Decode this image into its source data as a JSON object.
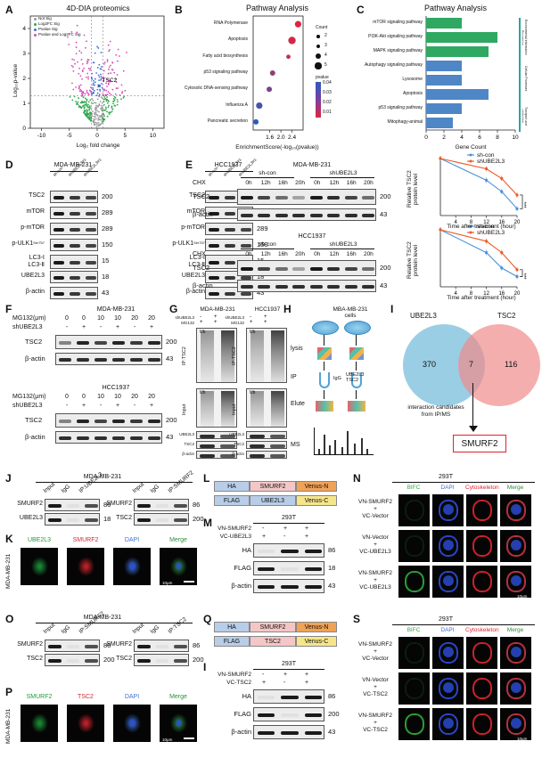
{
  "panels": {
    "A": "A",
    "B": "B",
    "C": "C",
    "D": "D",
    "E": "E",
    "F": "F",
    "G": "G",
    "H": "H",
    "I": "I",
    "J": "J",
    "K": "K",
    "L": "L",
    "M": "M",
    "N": "N",
    "O": "O",
    "P": "P",
    "Q": "Q",
    "I2": "I",
    "S": "S"
  },
  "panel_a": {
    "title": "4D-DIA proteomics",
    "xlabel": "Log₂ fold change",
    "ylabel": "Log₁₀p-value",
    "xticks": [
      "-10",
      "-5",
      "0",
      "5",
      "10"
    ],
    "yticks": [
      "0",
      "1",
      "2",
      "3",
      "4"
    ],
    "legend": [
      "Not Sig",
      "Log2FC Sig",
      "Pvalue Sig",
      "Pvalue and Log2FC Sig"
    ],
    "annotation": "TSC2",
    "colors": {
      "notsig": "#9a9a9a",
      "fc": "#2fa84f",
      "pv": "#3c6fd6",
      "both": "#d64cb8"
    }
  },
  "panel_b": {
    "title": "Pathway Analysis",
    "xlabel": "EnrichmentScore(-log₁₀(pvalue))",
    "size_title": "Count",
    "color_title": "pvalue",
    "size_legend": [
      "2",
      "3",
      "4",
      "5"
    ],
    "color_legend": [
      "0.04",
      "0.03",
      "0.02",
      "0.01"
    ]
  },
  "panel_c": {
    "title": "Pathway Analysis",
    "xlabel": "Gene Count",
    "side_labels": [
      "Environmental Information Processing",
      "Cellular Processes",
      "Transport and catabolism"
    ]
  },
  "chart_data": [
    {
      "type": "scatter",
      "panel": "B",
      "title": "Pathway Analysis",
      "xlabel": "EnrichmentScore(-log10(pvalue))",
      "categories": [
        "RNA Polymerase",
        "Apoptosis",
        "Fatty acid biosynthesis",
        "p53 signaling pathway",
        "Cytosolic DNA-sensing pathway",
        "Influenza A",
        "Pancreatic secretion"
      ],
      "x": [
        2.62,
        2.4,
        2.27,
        1.7,
        1.58,
        1.22,
        1.1
      ],
      "size": [
        4,
        5,
        2,
        3,
        3,
        4,
        3
      ],
      "pvalue": [
        0.005,
        0.008,
        0.01,
        0.02,
        0.025,
        0.035,
        0.04
      ],
      "xticks": [
        1.6,
        2.0,
        2.4
      ],
      "xlim": [
        1.0,
        2.8
      ]
    },
    {
      "type": "bar",
      "panel": "C",
      "title": "Pathway Analysis",
      "xlabel": "Gene Count",
      "categories": [
        "mTOR signaling pathway",
        "PI3K-Akt signaling pathway",
        "MAPK signaling pathway",
        "Autophagy signaling pathway",
        "Lysosome",
        "Apoptosis",
        "p53 signaling pathway",
        "Mitophagy-animal"
      ],
      "values": [
        4,
        8,
        7,
        4,
        4,
        7,
        4,
        3
      ],
      "colors": [
        "#2fa862",
        "#2fa862",
        "#2fa862",
        "#4f86c6",
        "#4f86c6",
        "#4f86c6",
        "#4f86c6",
        "#4f86c6"
      ],
      "xticks": [
        0,
        2,
        4,
        6,
        8,
        10
      ],
      "xlim": [
        0,
        10
      ]
    },
    {
      "type": "line",
      "panel": "E-top",
      "xlabel": "Time after treatment (hour)",
      "ylabel": "Relative TSC2 protein level",
      "x": [
        0,
        12,
        16,
        20
      ],
      "xticks": [
        4,
        8,
        12,
        16,
        20
      ],
      "xlim": [
        0,
        20
      ],
      "ylim": [
        0,
        1
      ],
      "series": [
        {
          "name": "sh-con",
          "values": [
            1.0,
            0.62,
            0.42,
            0.12
          ],
          "color": "#4a90d9"
        },
        {
          "name": "shUBE2L3",
          "values": [
            1.0,
            0.82,
            0.65,
            0.36
          ],
          "color": "#ee5a24"
        }
      ],
      "significance": "***"
    },
    {
      "type": "line",
      "panel": "E-bottom",
      "xlabel": "Time after treatment (hour)",
      "ylabel": "Relative TSC2 protein level",
      "x": [
        0,
        12,
        16,
        20
      ],
      "xticks": [
        4,
        8,
        12,
        16,
        20
      ],
      "xlim": [
        0,
        20
      ],
      "ylim": [
        0,
        1
      ],
      "series": [
        {
          "name": "sh-con",
          "values": [
            1.0,
            0.6,
            0.33,
            0.18
          ],
          "color": "#4a90d9"
        },
        {
          "name": "shUBE2L3",
          "values": [
            1.0,
            0.8,
            0.6,
            0.3
          ],
          "color": "#ee5a24"
        }
      ],
      "significance": "***"
    }
  ],
  "panel_d": {
    "cell1": "MDA-MB-231",
    "cell2": "HCC1937",
    "lanes": [
      "sh-con",
      "shUBE2L3#1",
      "shUBE2L3#1"
    ],
    "proteins": [
      "TSC2",
      "mTOR",
      "p-mTOR",
      "p-ULK1",
      "LC3-Ⅰ",
      "LC3-Ⅱ",
      "UBE2L3",
      "β-actin"
    ],
    "sup": "Ser757",
    "kda": [
      "200",
      "289",
      "289",
      "150",
      "15",
      "18",
      "43"
    ]
  },
  "panel_e": {
    "cell1": "MDA-MB-231",
    "cell2": "HCC1937",
    "chx": "CHX",
    "group1": "sh-con",
    "group2": "shUBE2L3",
    "times": [
      "0h",
      "12h",
      "16h",
      "20h",
      "0h",
      "12h",
      "16h",
      "20h"
    ],
    "proteins": [
      "TSC2",
      "β-actin"
    ],
    "kda": [
      "200",
      "43"
    ]
  },
  "panel_f": {
    "cell1": "MDA-MB-231",
    "cell2": "HCC1937",
    "row1": "MG132(μm)",
    "row2": "shUBE2L3",
    "mg_values": [
      "0",
      "0",
      "10",
      "10",
      "20",
      "20"
    ],
    "sh_values": [
      "-",
      "+",
      "-",
      "+",
      "-",
      "+"
    ],
    "proteins": [
      "TSC2",
      "β-actin"
    ],
    "kda": [
      "200",
      "43"
    ]
  },
  "panel_g": {
    "cell1": "MDA-MB-231",
    "cell2": "HCC1937",
    "rows": [
      "shUBE2L3",
      "MG132"
    ],
    "signs1": [
      "-",
      "+"
    ],
    "signs2": [
      "+",
      "+"
    ],
    "ip_label": "IP:TSC2",
    "input_label": "Input",
    "ub": "Ub",
    "proteins": [
      "UBE2L3",
      "TSC2",
      "β-actin"
    ]
  },
  "panel_h": {
    "cells": "MBA-MB-231 cells",
    "steps": [
      "lysis",
      "IP",
      "Elute",
      "MS"
    ],
    "antibodies": [
      "IgG",
      "UBE2L3 TSC2"
    ]
  },
  "panel_i": {
    "left": "UBE2L3",
    "right": "TSC2",
    "left_only": "370",
    "overlap": "7",
    "right_only": "116",
    "caption": "interaction candidates from IP/MS",
    "result": "SMURF2"
  },
  "panel_j": {
    "cell": "MDA-MB-231",
    "left_lanes": [
      "Input",
      "IgG",
      "IP:UBE2L3"
    ],
    "right_lanes": [
      "Input",
      "IgG",
      "IP:SMURF2"
    ],
    "left_rows": [
      "SMURF2",
      "UBE2L3"
    ],
    "right_rows": [
      "SMURF2",
      "TSC2"
    ],
    "left_kda": [
      "86",
      "18"
    ],
    "right_kda": [
      "86",
      "200"
    ]
  },
  "panel_k": {
    "cell": "MDA-MB-231",
    "channels": [
      "UBE2L3",
      "SMURF2",
      "DAPI",
      "Merge"
    ],
    "scale": "10μm"
  },
  "panel_l": {
    "row1": [
      "HA",
      "SMURF2",
      "Venus-N"
    ],
    "row2": [
      "FLAG",
      "UBE2L3",
      "Venus-C"
    ]
  },
  "panel_m": {
    "cell": "293T",
    "rows": [
      "VN-SMURF2",
      "VC-UBE2L3"
    ],
    "signs1": [
      "-",
      "+",
      "+"
    ],
    "signs2": [
      "+",
      "-",
      "+"
    ],
    "proteins": [
      "HA",
      "FLAG",
      "β-actin"
    ],
    "kda": [
      "86",
      "18",
      "43"
    ]
  },
  "panel_n": {
    "cell": "293T",
    "channels": [
      "BIFC",
      "DAPI",
      "Cytoskeleton",
      "Merge"
    ],
    "rows": [
      [
        "VN-SMURF2",
        "+",
        "VC-Vector"
      ],
      [
        "VN-Vector",
        "+",
        "VC-UBE2L3"
      ],
      [
        "VN-SMURF2",
        "+",
        "VC-UBE2L3"
      ]
    ],
    "scale": "10μm"
  },
  "panel_o": {
    "cell": "MDA-MB-231",
    "left_lanes": [
      "Input",
      "IgG",
      "IP:SMURF2"
    ],
    "right_lanes": [
      "Input",
      "IgG",
      "IP:TSC2"
    ],
    "left_rows": [
      "SMURF2",
      "TSC2"
    ],
    "right_rows": [
      "SMURF2",
      "TSC2"
    ],
    "left_kda": [
      "86",
      "200"
    ],
    "right_kda": [
      "86",
      "200"
    ]
  },
  "panel_p": {
    "cell": "MDA-MB-231",
    "channels": [
      "SMURF2",
      "TSC2",
      "DAPI",
      "Merge"
    ],
    "scale": "10μm"
  },
  "panel_q": {
    "row1": [
      "HA",
      "SMURF2",
      "Venus-N"
    ],
    "row2": [
      "FLAG",
      "TSC2",
      "Venus-C"
    ]
  },
  "panel_i2": {
    "cell": "293T",
    "rows": [
      "VN-SMURF2",
      "VC-TSC2"
    ],
    "signs1": [
      "-",
      "+",
      "+"
    ],
    "signs2": [
      "+",
      "-",
      "+"
    ],
    "proteins": [
      "HA",
      "FLAG",
      "β-actin"
    ],
    "kda": [
      "86",
      "200",
      "43"
    ]
  },
  "panel_s": {
    "cell": "293T",
    "channels": [
      "BIFC",
      "DAPI",
      "Cytoskeleton",
      "Merge"
    ],
    "rows": [
      [
        "VN-SMURF2",
        "+",
        "VC-Vector"
      ],
      [
        "VN-Vector",
        "+",
        "VC-TSC2"
      ],
      [
        "VN-SMURF2",
        "+",
        "VC-TSC2"
      ]
    ],
    "scale": "10μm"
  }
}
